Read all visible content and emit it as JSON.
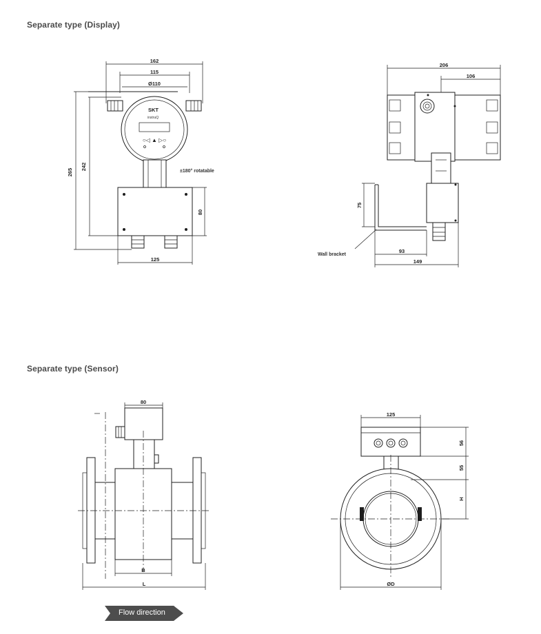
{
  "headings": {
    "display": "Separate type (Display)",
    "sensor": "Separate type (Sensor)"
  },
  "display_front": {
    "dim_width_162": "162",
    "dim_width_115": "115",
    "dim_dia_110": "Ø110",
    "dim_height_265": "265",
    "dim_height_242": "242",
    "dim_height_80": "80",
    "dim_width_125": "125",
    "rotatable_note": "±180° rotatable",
    "brand_mark": "SKT",
    "brand_sub": "instruQ",
    "keypad_glyphs": "○◁ ▲ ▷○"
  },
  "display_side": {
    "dim_206": "206",
    "dim_106": "106",
    "dim_75": "75",
    "dim_93": "93",
    "dim_149": "149",
    "wall_bracket_label": "Wall bracket"
  },
  "sensor_side": {
    "dim_80": "80",
    "dim_B": "B",
    "dim_L": "L"
  },
  "sensor_front": {
    "dim_125": "125",
    "dim_56": "56",
    "dim_55": "55",
    "dim_H": "H",
    "dim_D": "ØD"
  },
  "flow_direction": {
    "label": "Flow direction",
    "arrow_color": "#4d4d4d"
  }
}
